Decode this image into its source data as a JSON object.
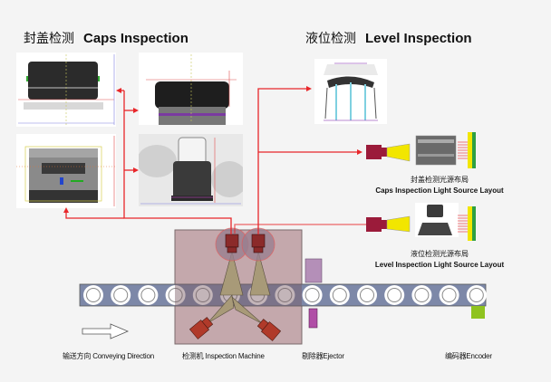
{
  "titles": {
    "caps": {
      "cn": "封盖检测",
      "en": "Caps Inspection"
    },
    "level": {
      "cn": "液位检测",
      "en": "Level Inspection"
    }
  },
  "light_layouts": {
    "caps": {
      "cn": "封盖检测光源布局",
      "en": "Caps Inspection Light Source Layout"
    },
    "level": {
      "cn": "液位检测光源布局",
      "en": "Level Inspection Light Source Layout"
    }
  },
  "labels": {
    "conveying": "输送方向 Conveying Direction",
    "machine": "检测机 Inspection Machine",
    "ejector": "剔除器Ejector",
    "encoder": "编码器Encoder"
  },
  "colors": {
    "connector": "#e8262a",
    "conveyor": "#7d88a8",
    "machine": "#c4a8ac",
    "camera": "#8b2a2a",
    "light_yellow": "#f2e600",
    "light_green": "#2ea043",
    "ejector_top": "#b48fb8",
    "ejector_bottom": "#b04ea6",
    "encoder": "#8fc31f"
  },
  "conveyor": {
    "bottle_count": 15
  }
}
